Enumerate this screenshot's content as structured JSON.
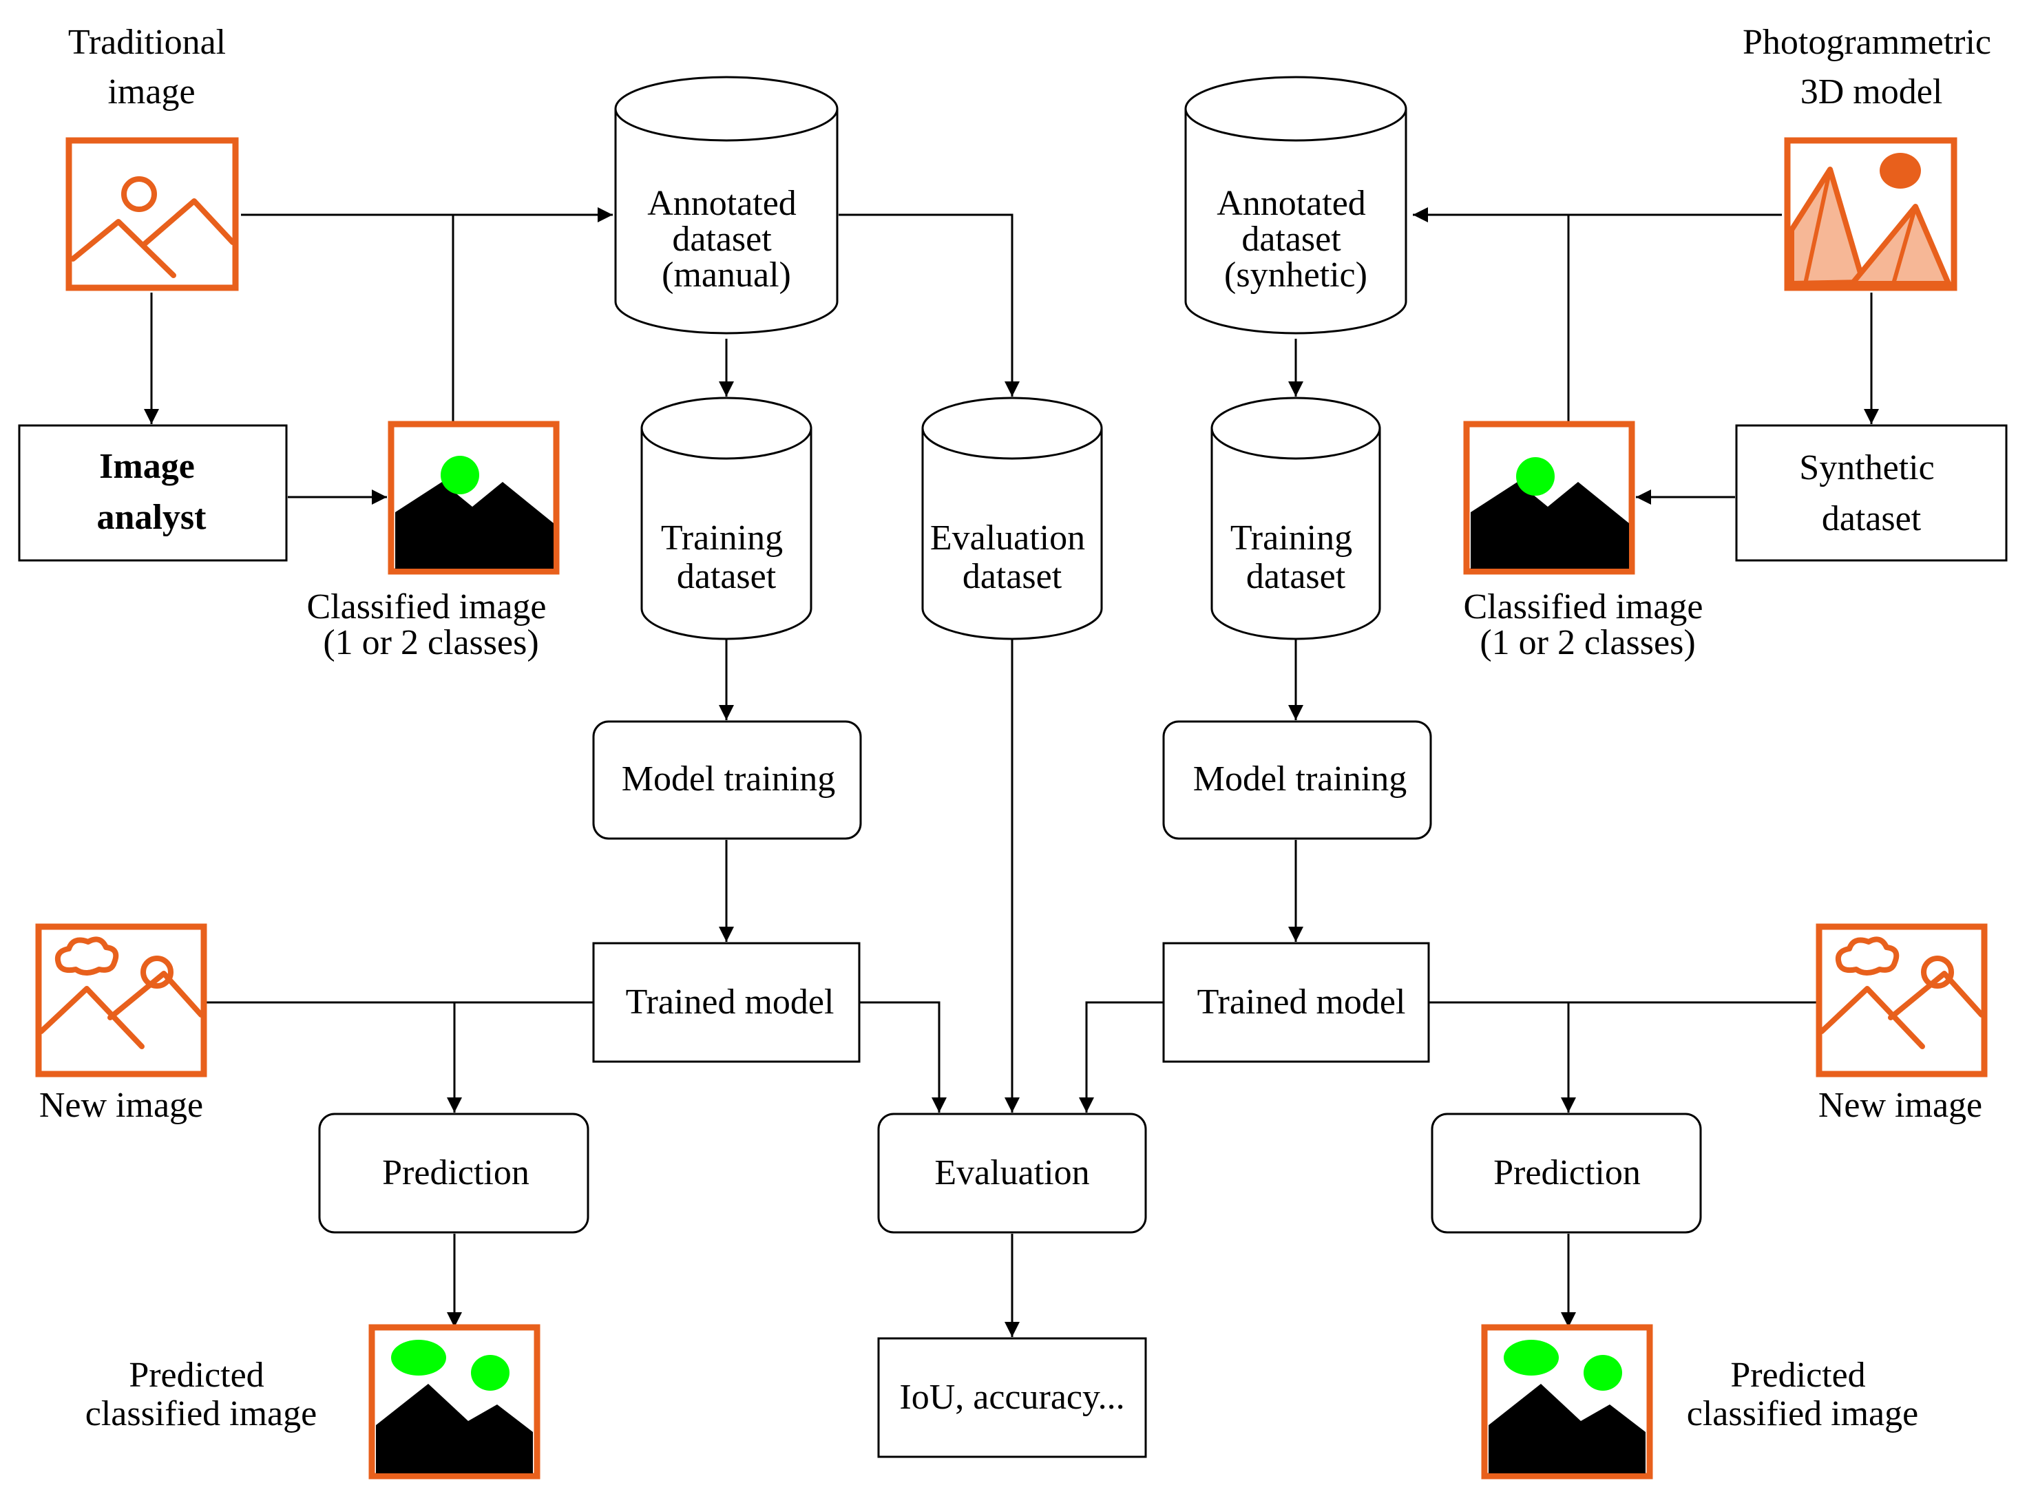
{
  "headers": {
    "traditional": [
      "Traditional",
      "image"
    ],
    "photogrammetric": [
      "Photogrammetric",
      "3D model"
    ]
  },
  "nodes": {
    "annotated_manual": [
      "Annotated",
      "dataset",
      "(manual)"
    ],
    "annotated_synthetic": [
      "Annotated",
      "dataset",
      "(synhetic)"
    ],
    "image_analyst": [
      "Image",
      "analyst"
    ],
    "synthetic_dataset": [
      "Synthetic",
      "dataset"
    ],
    "training_left": [
      "Training",
      "dataset"
    ],
    "training_right": [
      "Training",
      "dataset"
    ],
    "evaluation_dataset": [
      "Evaluation",
      "dataset"
    ],
    "model_training_left": "Model training",
    "model_training_right": "Model training",
    "trained_model_left": "Trained model",
    "trained_model_right": "Trained model",
    "prediction_left": "Prediction",
    "prediction_right": "Prediction",
    "evaluation": "Evaluation",
    "metrics": "IoU, accuracy..."
  },
  "captions": {
    "classified_left": [
      "Classified image",
      "(1 or 2 classes)"
    ],
    "classified_right": [
      "Classified image",
      "(1 or 2 classes)"
    ],
    "new_image_left": "New image",
    "new_image_right": "New image",
    "predicted_left": [
      "Predicted",
      "classified image"
    ],
    "predicted_right": [
      "Predicted",
      "classified image"
    ]
  },
  "icons": {
    "traditional_image": "landscape-image-icon",
    "photogrammetric_model": "3d-model-icon",
    "classified_image": "classified-image-icon",
    "new_image": "new-image-icon",
    "predicted_image": "predicted-classified-image-icon"
  },
  "colors": {
    "icon_accent": "#e8601c",
    "icon_fill_light": "#f6b796",
    "class_green": "#00ff00",
    "class_black": "#000000",
    "line": "#000000"
  }
}
